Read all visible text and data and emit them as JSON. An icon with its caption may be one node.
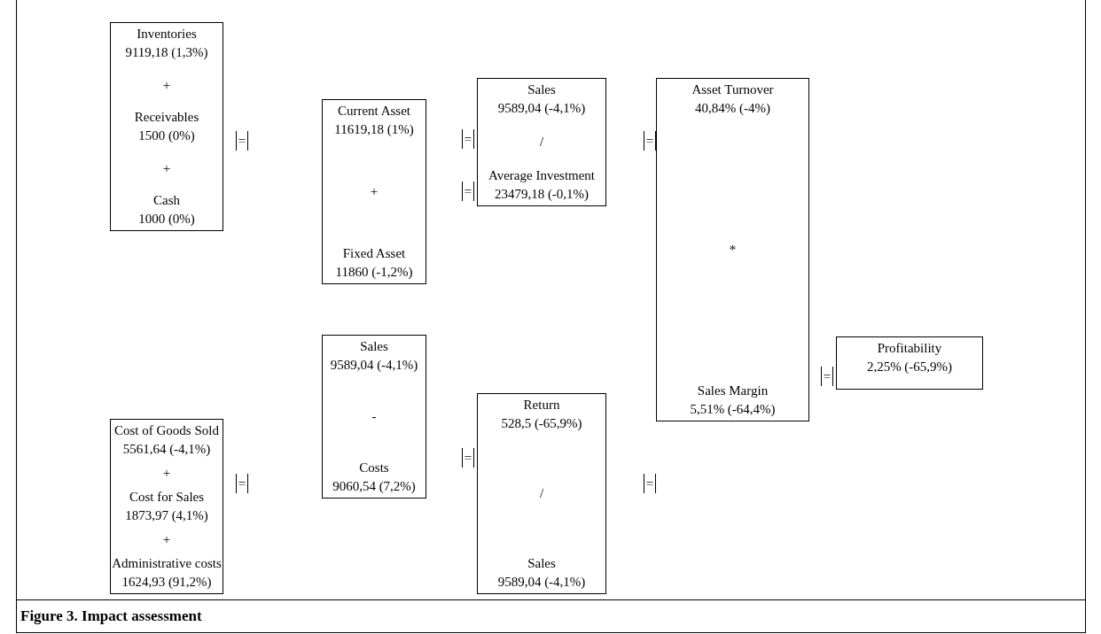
{
  "diagram": {
    "caption": "Figure 3. Impact assessment",
    "nodes": [
      {
        "text": [
          "Inventories",
          "9119,18 (1,3%)",
          "+",
          "Receivables",
          "1500 (0%)",
          "+",
          "Cash",
          "1000 (0%)"
        ]
      },
      {
        "text": [
          "Current Asset",
          "11619,18 (1%)",
          "+",
          "Fixed Asset",
          "11860 (-1,2%)"
        ]
      },
      {
        "text": [
          "Sales",
          "9589,04 (-4,1%)",
          "/",
          "Average Investment",
          "23479,18 (-0,1%)"
        ]
      },
      {
        "text": [
          "Asset Turnover",
          "40,84% (-4%)",
          "*",
          "Sales Margin",
          "5,51% (-64,4%)"
        ]
      },
      {
        "text": [
          "Profitability",
          "2,25% (-65,9%)"
        ]
      },
      {
        "text": [
          "Cost of Goods Sold",
          "5561,64 (-4,1%)",
          "+",
          "Cost for Sales",
          "1873,97 (4,1%)",
          "+",
          "Administrative costs",
          "1624,93 (91,2%)"
        ]
      },
      {
        "text": [
          "Sales",
          "9589,04 (-4,1%)",
          "-",
          "Costs",
          "9060,54 (7,2%)"
        ]
      },
      {
        "text": [
          "Return",
          "528,5 (-65,9%)",
          "/",
          "Sales",
          "9589,04 (-4,1%)"
        ]
      }
    ],
    "edges": [],
    "labels": [
      "=",
      "=",
      "=",
      "=",
      "=",
      "=",
      "=",
      "="
    ]
  }
}
